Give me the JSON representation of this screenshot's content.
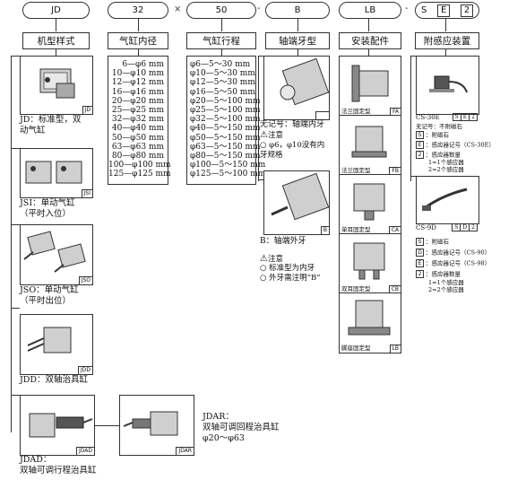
{
  "code": {
    "jd": "JD",
    "bore": "32",
    "times": "×",
    "stroke": "50",
    "dash1": "-",
    "end": "B",
    "mount": "LB",
    "dash2": "-",
    "sensor_s": "S",
    "sensor_e": "E",
    "sensor_n": "2"
  },
  "headers": {
    "model": "机型样式",
    "bore": "气缸内径",
    "stroke": "气缸行程",
    "end": "轴端牙型",
    "mount": "安装配件",
    "sensor": "附感应装置"
  },
  "models": [
    {
      "tag": "JD",
      "caption": "JD：标准型，双\n动气缸"
    },
    {
      "tag": "JSI",
      "caption": "JSI：单动气缸\n（平时入位）"
    },
    {
      "tag": "JSO",
      "caption": "JSO：单动气缸\n（平时出位）"
    },
    {
      "tag": "JDD",
      "caption": "JDD：双轴治具缸"
    },
    {
      "tag": "JDAD",
      "caption": "JDAD：\n双轴可调行程治具缸"
    },
    {
      "tag": "JDAR",
      "caption": "JDAR：\n双轴可调回程治具缸\nφ20～φ63"
    }
  ],
  "bores": [
    "6—φ6 mm",
    "10—φ10 mm",
    "12—φ12 mm",
    "16—φ16 mm",
    "20—φ20 mm",
    "25—φ25 mm",
    "32—φ32 mm",
    "40—φ40 mm",
    "50—φ50 mm",
    "63—φ63 mm",
    "80—φ80 mm",
    "100—φ100 mm",
    "125—φ125 mm"
  ],
  "strokes": [
    "φ6—5～30 mm",
    "φ10—5～30 mm",
    "φ12—5～30 mm",
    "φ16—5～50 mm",
    "φ20—5～100 mm",
    "φ25—5～100 mm",
    "φ32—5～100 mm",
    "φ40—5～150 mm",
    "φ50—5～150 mm",
    "φ63—5～150 mm",
    "φ80—5～150 mm",
    "φ100—5～150 mm",
    "φ125—5～100 mm"
  ],
  "ends": {
    "internal_caption": "无记号：轴端内牙",
    "internal_tag": "",
    "note_title": "注意",
    "internal_note": "φ6，φ10没有内\n牙规格",
    "external_tag": "B",
    "external_caption": "B：轴端外牙",
    "note2_title": "注意",
    "note2_lines": [
      "标准型为内牙",
      "外牙需注明“B”"
    ]
  },
  "mounts": [
    {
      "label": "法兰固定型",
      "tag": "FA"
    },
    {
      "label": "法兰固定型",
      "tag": "FB"
    },
    {
      "label": "单耳固定型",
      "tag": "CA"
    },
    {
      "label": "双耳固定型",
      "tag": "CB"
    },
    {
      "label": "脚座固定型",
      "tag": "LB"
    }
  ],
  "sensors": {
    "s1_model": "CS-30E",
    "s1_tag": [
      "S",
      "E",
      "2"
    ],
    "s1_none": "无记号：不附磁石",
    "s1_lines": [
      {
        "box": "S",
        "text": "：附磁石"
      },
      {
        "box": "E",
        "text": "：感应器记号（CS-30E）"
      },
      {
        "box": "2",
        "text": "：感应器数量"
      }
    ],
    "s1_counts": [
      "1=1个感应器",
      "2=2个感应器"
    ],
    "s2_model": "CS-9D",
    "s2_tag": [
      "S",
      "D",
      "2"
    ],
    "s2_lines": [
      {
        "box": "S",
        "text": "：附磁石"
      },
      {
        "box": "D",
        "text": "：感应器记号（CS-90）"
      },
      {
        "box": "E",
        "text": "：感应器记号（CS-98）"
      },
      {
        "box": "2",
        "text": "：感应器数量"
      }
    ],
    "s2_counts": [
      "1=1个感应器",
      "2=2个感应器"
    ]
  }
}
